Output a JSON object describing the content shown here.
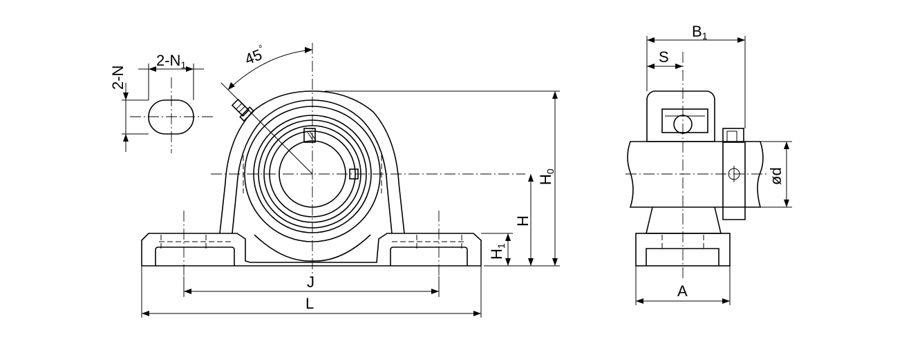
{
  "labels": {
    "two_n": "2-N",
    "two_n1_main": "2-N",
    "two_n1_sub": "1",
    "angle": "45",
    "angle_deg": "°",
    "h0_main": "H",
    "h0_sub": "0",
    "h": "H",
    "h1_main": "H",
    "h1_sub": "1",
    "j": "J",
    "l": "L",
    "b1_main": "B",
    "b1_sub": "1",
    "s": "S",
    "d": "ød",
    "a": "A"
  }
}
